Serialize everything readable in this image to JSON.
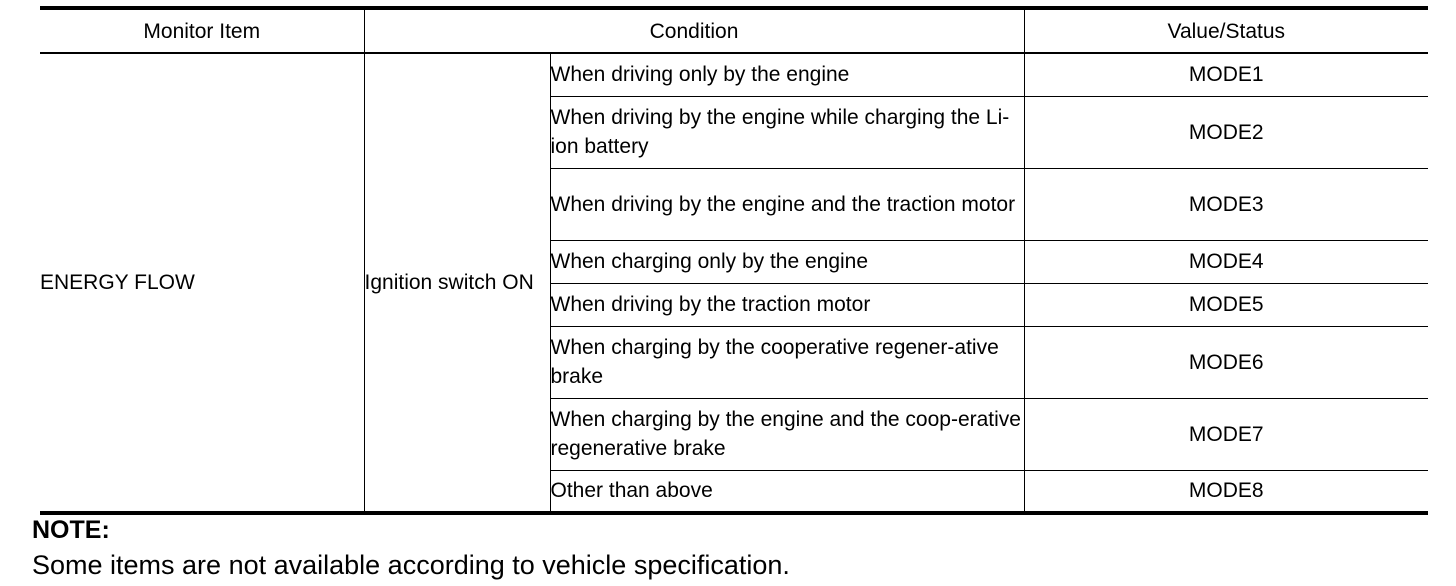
{
  "table": {
    "headers": {
      "monitor_item": "Monitor Item",
      "condition": "Condition",
      "value_status": "Value/Status"
    },
    "monitor_item": "ENERGY FLOW",
    "condition_group": "Ignition switch ON",
    "rows": [
      {
        "condition": "When driving only by the engine",
        "value": "MODE1"
      },
      {
        "condition": "When driving by the engine while charging the Li-ion battery",
        "value": "MODE2"
      },
      {
        "condition": "When driving by the engine and the traction motor",
        "value": "MODE3"
      },
      {
        "condition": "When charging only by the engine",
        "value": "MODE4"
      },
      {
        "condition": "When driving by the traction motor",
        "value": "MODE5"
      },
      {
        "condition": "When charging by the cooperative regener-ative brake",
        "value": "MODE6"
      },
      {
        "condition": "When charging by the engine and the coop-erative regenerative brake",
        "value": "MODE7"
      },
      {
        "condition": "Other than above",
        "value": "MODE8"
      }
    ]
  },
  "note": {
    "title": "NOTE:",
    "text": "Some items are not available according to vehicle specification."
  }
}
